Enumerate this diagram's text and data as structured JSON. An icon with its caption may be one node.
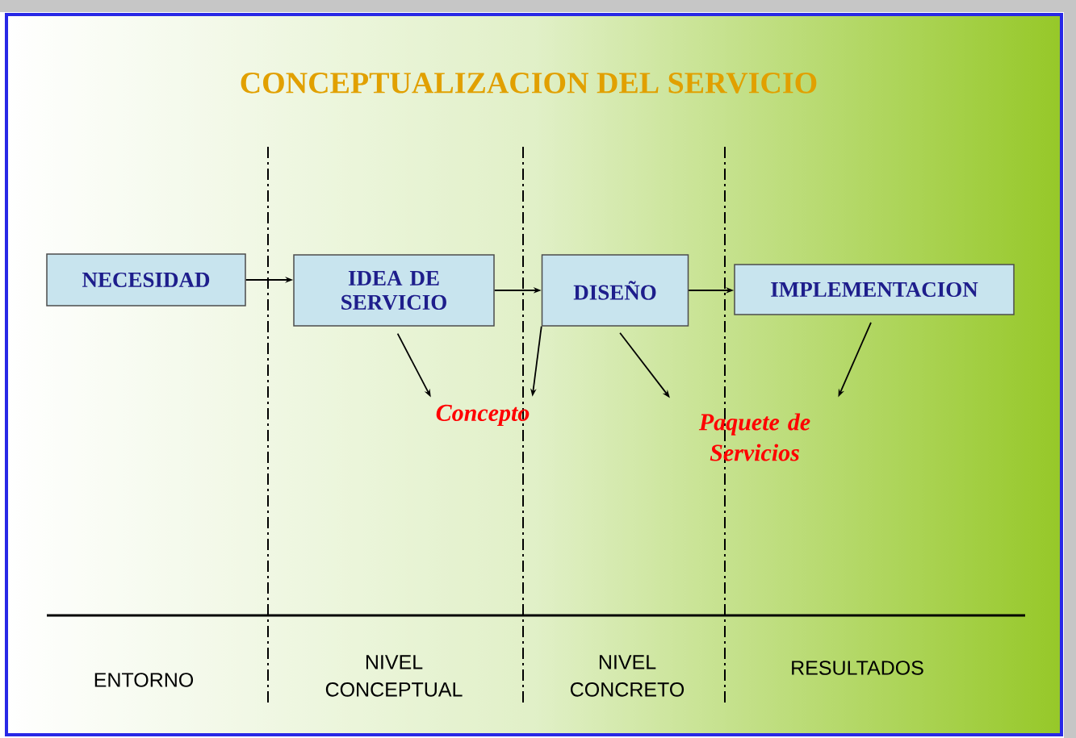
{
  "diagram": {
    "title": "CONCEPTUALIZACION DEL SERVICIO",
    "nodes": [
      {
        "text": [
          "NECESIDAD"
        ]
      },
      {
        "text": [
          "IDEA DE SERVICIO"
        ]
      },
      {
        "text": [
          "DISEÑO"
        ]
      },
      {
        "text": [
          "IMPLEMENTACION"
        ]
      },
      {
        "text": [
          "Concepto"
        ]
      },
      {
        "text": [
          "Paquete de Servicios"
        ]
      }
    ],
    "edges": [
      {
        "from": 0,
        "to": 1,
        "arrow": "to"
      },
      {
        "from": 1,
        "to": 2,
        "arrow": "to"
      },
      {
        "from": 2,
        "to": 3,
        "arrow": "to"
      },
      {
        "from": 1,
        "to": 4,
        "arrow": "to"
      },
      {
        "from": 2,
        "to": 4,
        "arrow": "to"
      },
      {
        "from": 2,
        "to": 5,
        "arrow": "to"
      },
      {
        "from": 3,
        "to": 5,
        "arrow": "to"
      }
    ],
    "labels": [
      "ENTORNO",
      "NIVEL CONCEPTUAL",
      "NIVEL CONCRETO",
      "RESULTADOS"
    ]
  }
}
